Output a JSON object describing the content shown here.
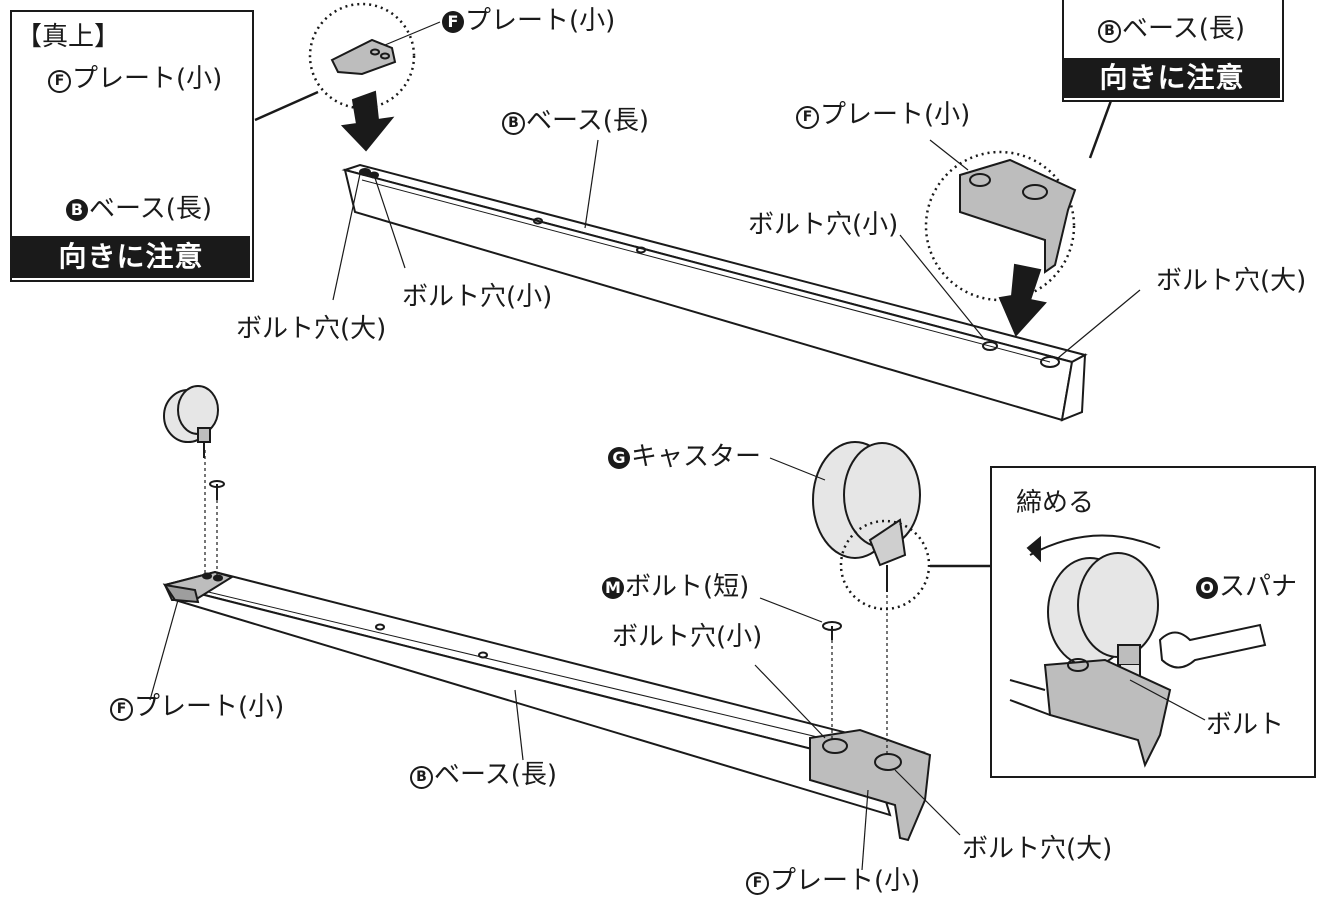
{
  "labels": {
    "plate_small": "プレート(小)",
    "base_long": "ベース(長)",
    "bolt_hole_large": "ボルト穴(大)",
    "bolt_hole_small": "ボルト穴(小)",
    "caster": "キャスター",
    "bolt_short": "ボルト(短)",
    "spanner": "スパナ",
    "bolt": "ボルト",
    "tighten": "締める",
    "top_view": "【真上】",
    "orientation_note": "向きに注意"
  },
  "part_letters": {
    "plate": "F",
    "base": "B",
    "caster": "G",
    "bolt": "M",
    "spanner": "O"
  }
}
